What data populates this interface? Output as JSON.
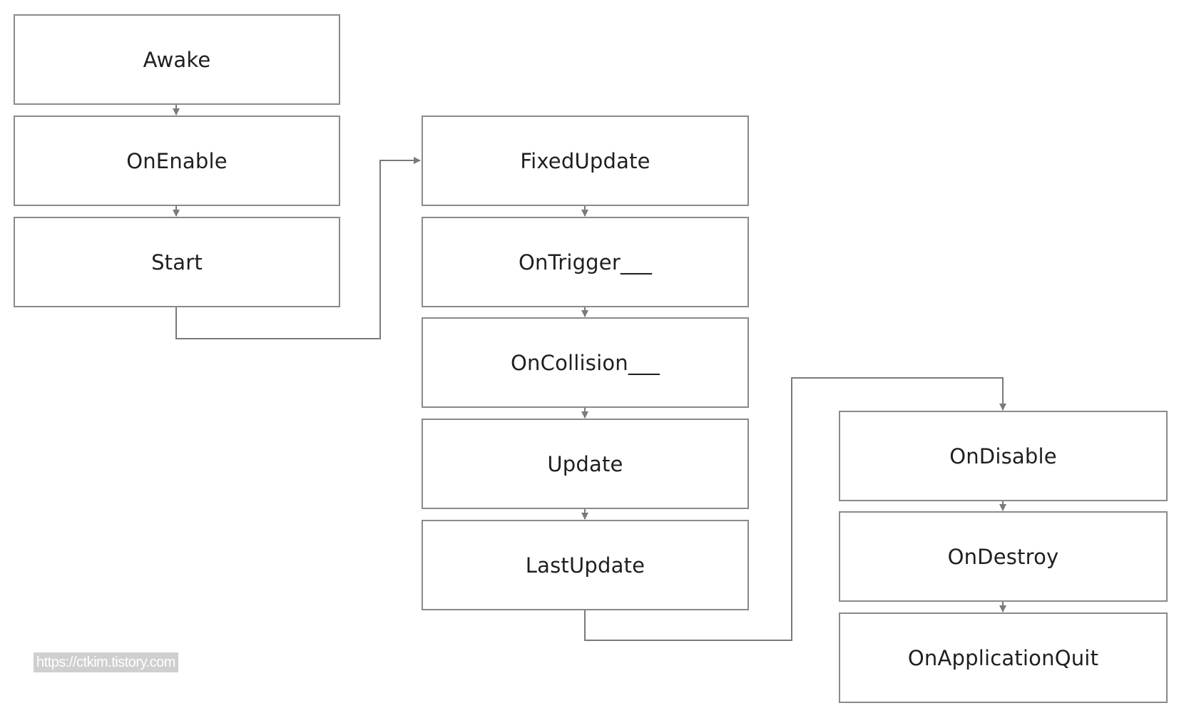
{
  "nodes": {
    "awake": "Awake",
    "on_enable": "OnEnable",
    "start": "Start",
    "fixed_update": "FixedUpdate",
    "on_trigger": "OnTrigger___",
    "on_collision": "OnCollision___",
    "update": "Update",
    "last_update": "LastUpdate",
    "on_disable": "OnDisable",
    "on_destroy": "OnDestroy",
    "on_application_quit": "OnApplicationQuit"
  },
  "edges": [
    [
      "awake",
      "on_enable"
    ],
    [
      "on_enable",
      "start"
    ],
    [
      "start",
      "fixed_update"
    ],
    [
      "fixed_update",
      "on_trigger"
    ],
    [
      "on_trigger",
      "on_collision"
    ],
    [
      "on_collision",
      "update"
    ],
    [
      "update",
      "last_update"
    ],
    [
      "last_update",
      "on_disable"
    ],
    [
      "on_disable",
      "on_destroy"
    ],
    [
      "on_destroy",
      "on_application_quit"
    ]
  ],
  "watermark": "https://ctkim.tistory.com",
  "colors": {
    "box_border": "#8a8a8a",
    "connector": "#7a7a7a",
    "text": "#1f1f1f",
    "watermark_bg": "#cfcfcf"
  }
}
